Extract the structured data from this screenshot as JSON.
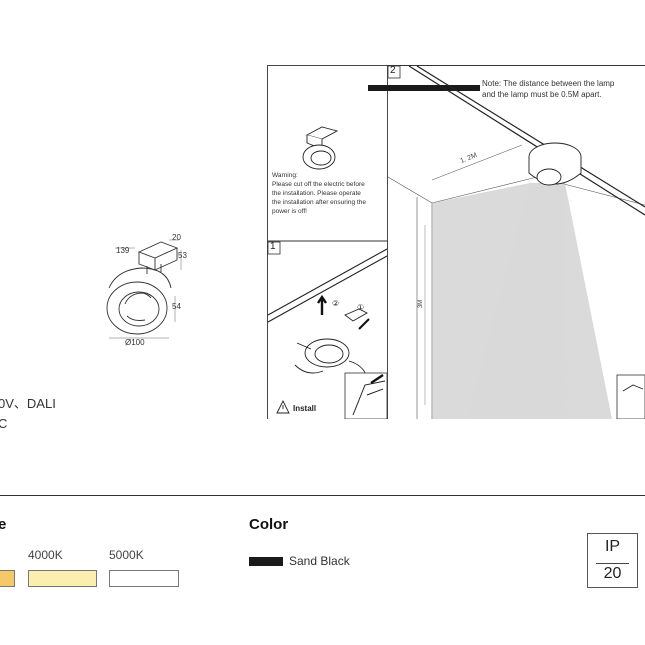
{
  "product": {
    "dimensions": {
      "d139": "139",
      "d20": "20",
      "d53": "53",
      "d54": "54",
      "d100": "Ø100"
    },
    "specs": [
      "0V、DALI",
      "C"
    ]
  },
  "install_diagram": {
    "step2_label": "2",
    "step1_label": "1",
    "note": [
      "Note: The distance between the lamp",
      "and the lamp must be 0.5M apart."
    ],
    "warning": [
      "Warning:",
      "Please cut off the electric before",
      "the installation. Please operate",
      "the installation after ensuring the",
      "power is off!"
    ],
    "install_label": "Install",
    "dist_label": "1. 2M",
    "height_label": "3M",
    "step_circle_1": "①",
    "step_circle_2": "②"
  },
  "cct_section": {
    "title_fragment": "e",
    "options": [
      {
        "label": "",
        "color": "#f6c968"
      },
      {
        "label": "4000K",
        "color": "#fbefb0"
      },
      {
        "label": "5000K",
        "color": "#ffffff"
      }
    ]
  },
  "color_section": {
    "title": "Color",
    "option_label": "Sand Black",
    "option_color": "#1a1a1a"
  },
  "ip_rating": {
    "top": "IP",
    "bottom": "20"
  }
}
